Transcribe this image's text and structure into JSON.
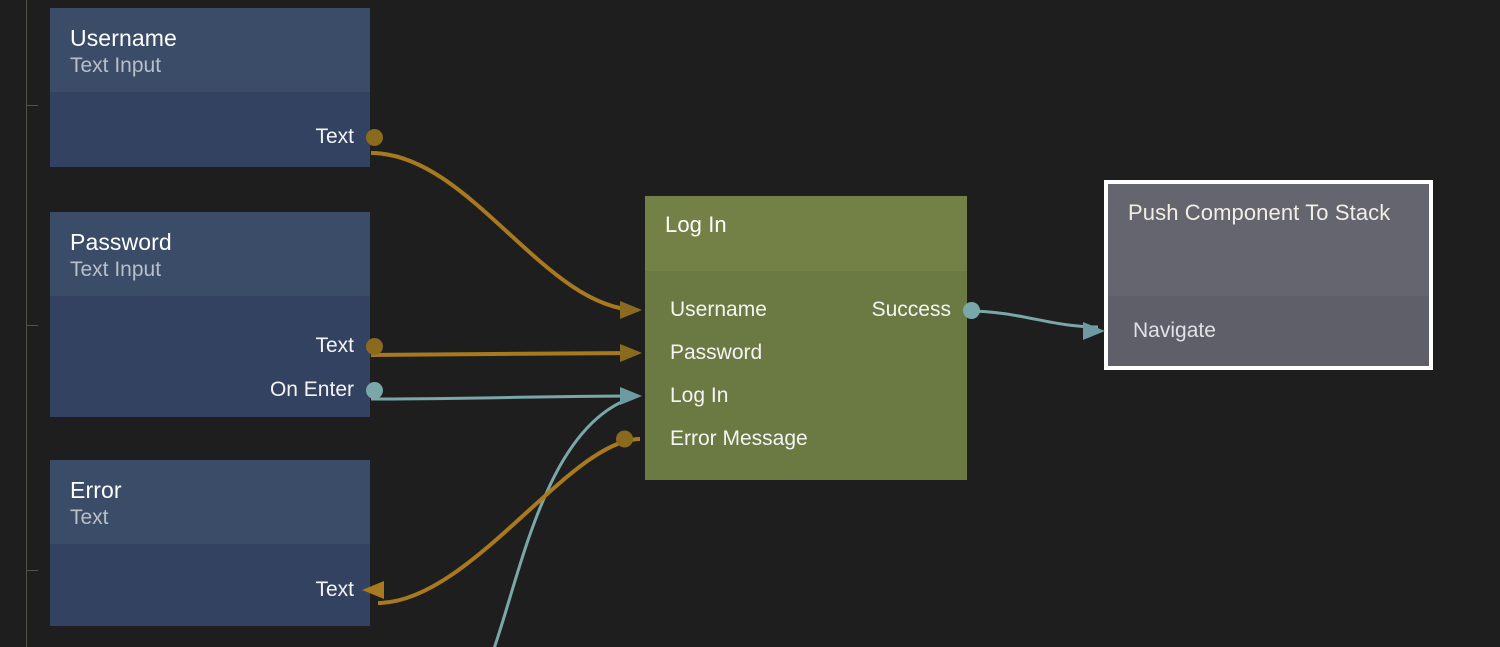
{
  "app": {
    "canvas_background": "#1e1e1e",
    "title": "Node Graph Editor"
  },
  "colors": {
    "wire_data": "#a8791f",
    "wire_event": "#7aa8a8",
    "port_data": "#8a6a1e",
    "port_event": "#7aa8a8",
    "node_component_header": "#3a4c68",
    "node_component_body": "#334260",
    "node_action_header": "#738146",
    "node_action_body": "#6b7a42",
    "node_selected_header": "#64656f",
    "node_selected_body": "#5e5f68",
    "selection_outline": "#ffffff",
    "guide_line": "#55524c"
  },
  "nodes": [
    {
      "id": "username",
      "title": "Username",
      "subtitle": "Text Input",
      "kind": "component",
      "selected": false,
      "outputs": [
        {
          "label": "Text",
          "type": "data"
        }
      ],
      "inputs": []
    },
    {
      "id": "password",
      "title": "Password",
      "subtitle": "Text Input",
      "kind": "component",
      "selected": false,
      "outputs": [
        {
          "label": "Text",
          "type": "data"
        },
        {
          "label": "On Enter",
          "type": "event"
        }
      ],
      "inputs": []
    },
    {
      "id": "error",
      "title": "Error",
      "subtitle": "Text",
      "kind": "component",
      "selected": false,
      "outputs": [],
      "inputs": [
        {
          "label": "Text",
          "type": "data"
        }
      ]
    },
    {
      "id": "login",
      "title": "Log In",
      "subtitle": "",
      "kind": "action",
      "selected": false,
      "inputs": [
        {
          "label": "Username",
          "type": "data",
          "connected": true
        },
        {
          "label": "Password",
          "type": "data",
          "connected": true
        },
        {
          "label": "Log In",
          "type": "event",
          "connected": true
        }
      ],
      "outputs_left": [
        {
          "label": "Error Message",
          "type": "data"
        }
      ],
      "outputs": [
        {
          "label": "Success",
          "type": "event"
        }
      ]
    },
    {
      "id": "push-component-to-stack",
      "title": "Push Component To Stack",
      "subtitle": "",
      "kind": "selected",
      "selected": true,
      "inputs": [
        {
          "label": "Navigate",
          "type": "event",
          "connected": true
        }
      ],
      "outputs": []
    }
  ],
  "connections": [
    {
      "from": "username.Text",
      "to": "login.Username",
      "type": "data"
    },
    {
      "from": "password.Text",
      "to": "login.Password",
      "type": "data"
    },
    {
      "from": "password.On Enter",
      "to": "login.Log In",
      "type": "event"
    },
    {
      "from": "offscreen",
      "to": "login.Log In",
      "type": "event"
    },
    {
      "from": "login.Error Message",
      "to": "error.Text",
      "type": "data"
    },
    {
      "from": "login.Success",
      "to": "push-component-to-stack.Navigate",
      "type": "event"
    }
  ]
}
